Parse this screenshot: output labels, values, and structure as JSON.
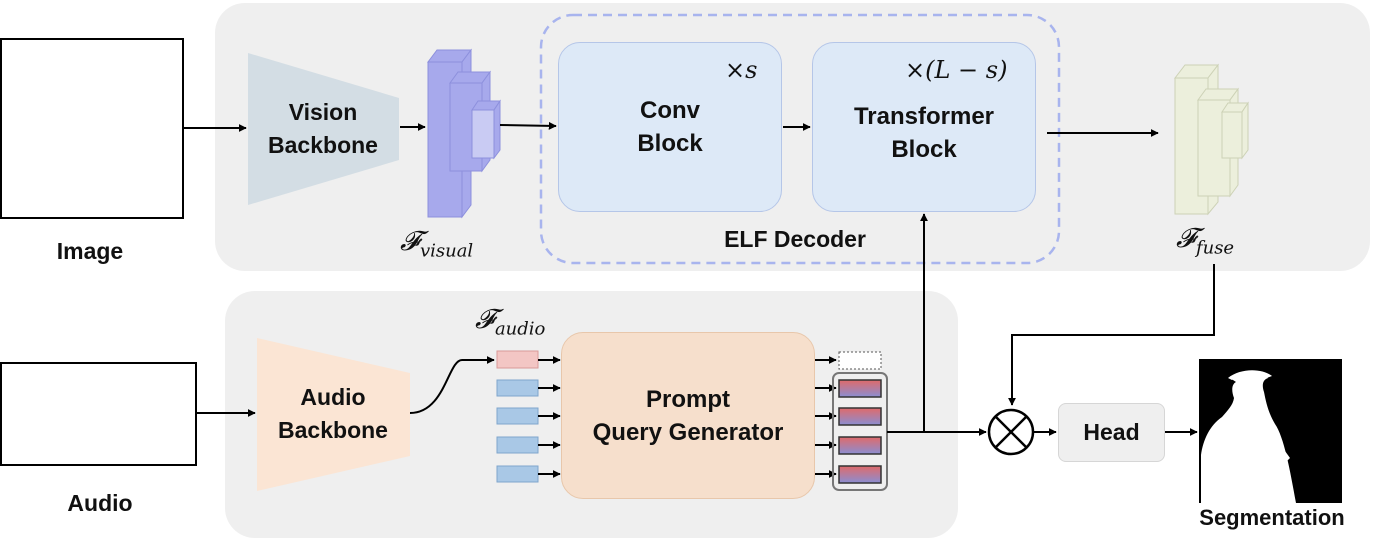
{
  "inputs": {
    "image_label": "Image",
    "audio_label": "Audio"
  },
  "visual_branch": {
    "backbone_label_line1": "Vision",
    "backbone_label_line2": "Backbone",
    "feature_symbol": "𝓕",
    "feature_subscript": "visual"
  },
  "decoder": {
    "title": "ELF Decoder",
    "conv_block_line1": "Conv",
    "conv_block_line2": "Block",
    "conv_repeat": "×s",
    "transformer_block_line1": "Transformer",
    "transformer_block_line2": "Block",
    "transformer_repeat": "×(L − s)"
  },
  "fused_feature": {
    "symbol": "𝓕",
    "subscript": "fuse"
  },
  "audio_branch": {
    "backbone_label_line1": "Audio",
    "backbone_label_line2": "Backbone",
    "feature_symbol": "𝓕",
    "feature_subscript": "audio",
    "generator_line1": "Prompt",
    "generator_line2": "Query Generator"
  },
  "head": {
    "label": "Head",
    "operator_icon": "multiply-circle-icon"
  },
  "output": {
    "label": "Segmentation"
  },
  "colors": {
    "panel": "#efefef",
    "vision_backbone": "#d3dde4",
    "audio_backbone": "#fbe5d4",
    "decoder_block": "#dde9f7",
    "decoder_dash": "#a8b4ee",
    "generator": "#f6dfcc",
    "visual_feature": "#a7a9ec",
    "fuse_feature": "#ecefdc",
    "audio_token": "#f3c6c4",
    "query_token": "#a9c8e6"
  }
}
